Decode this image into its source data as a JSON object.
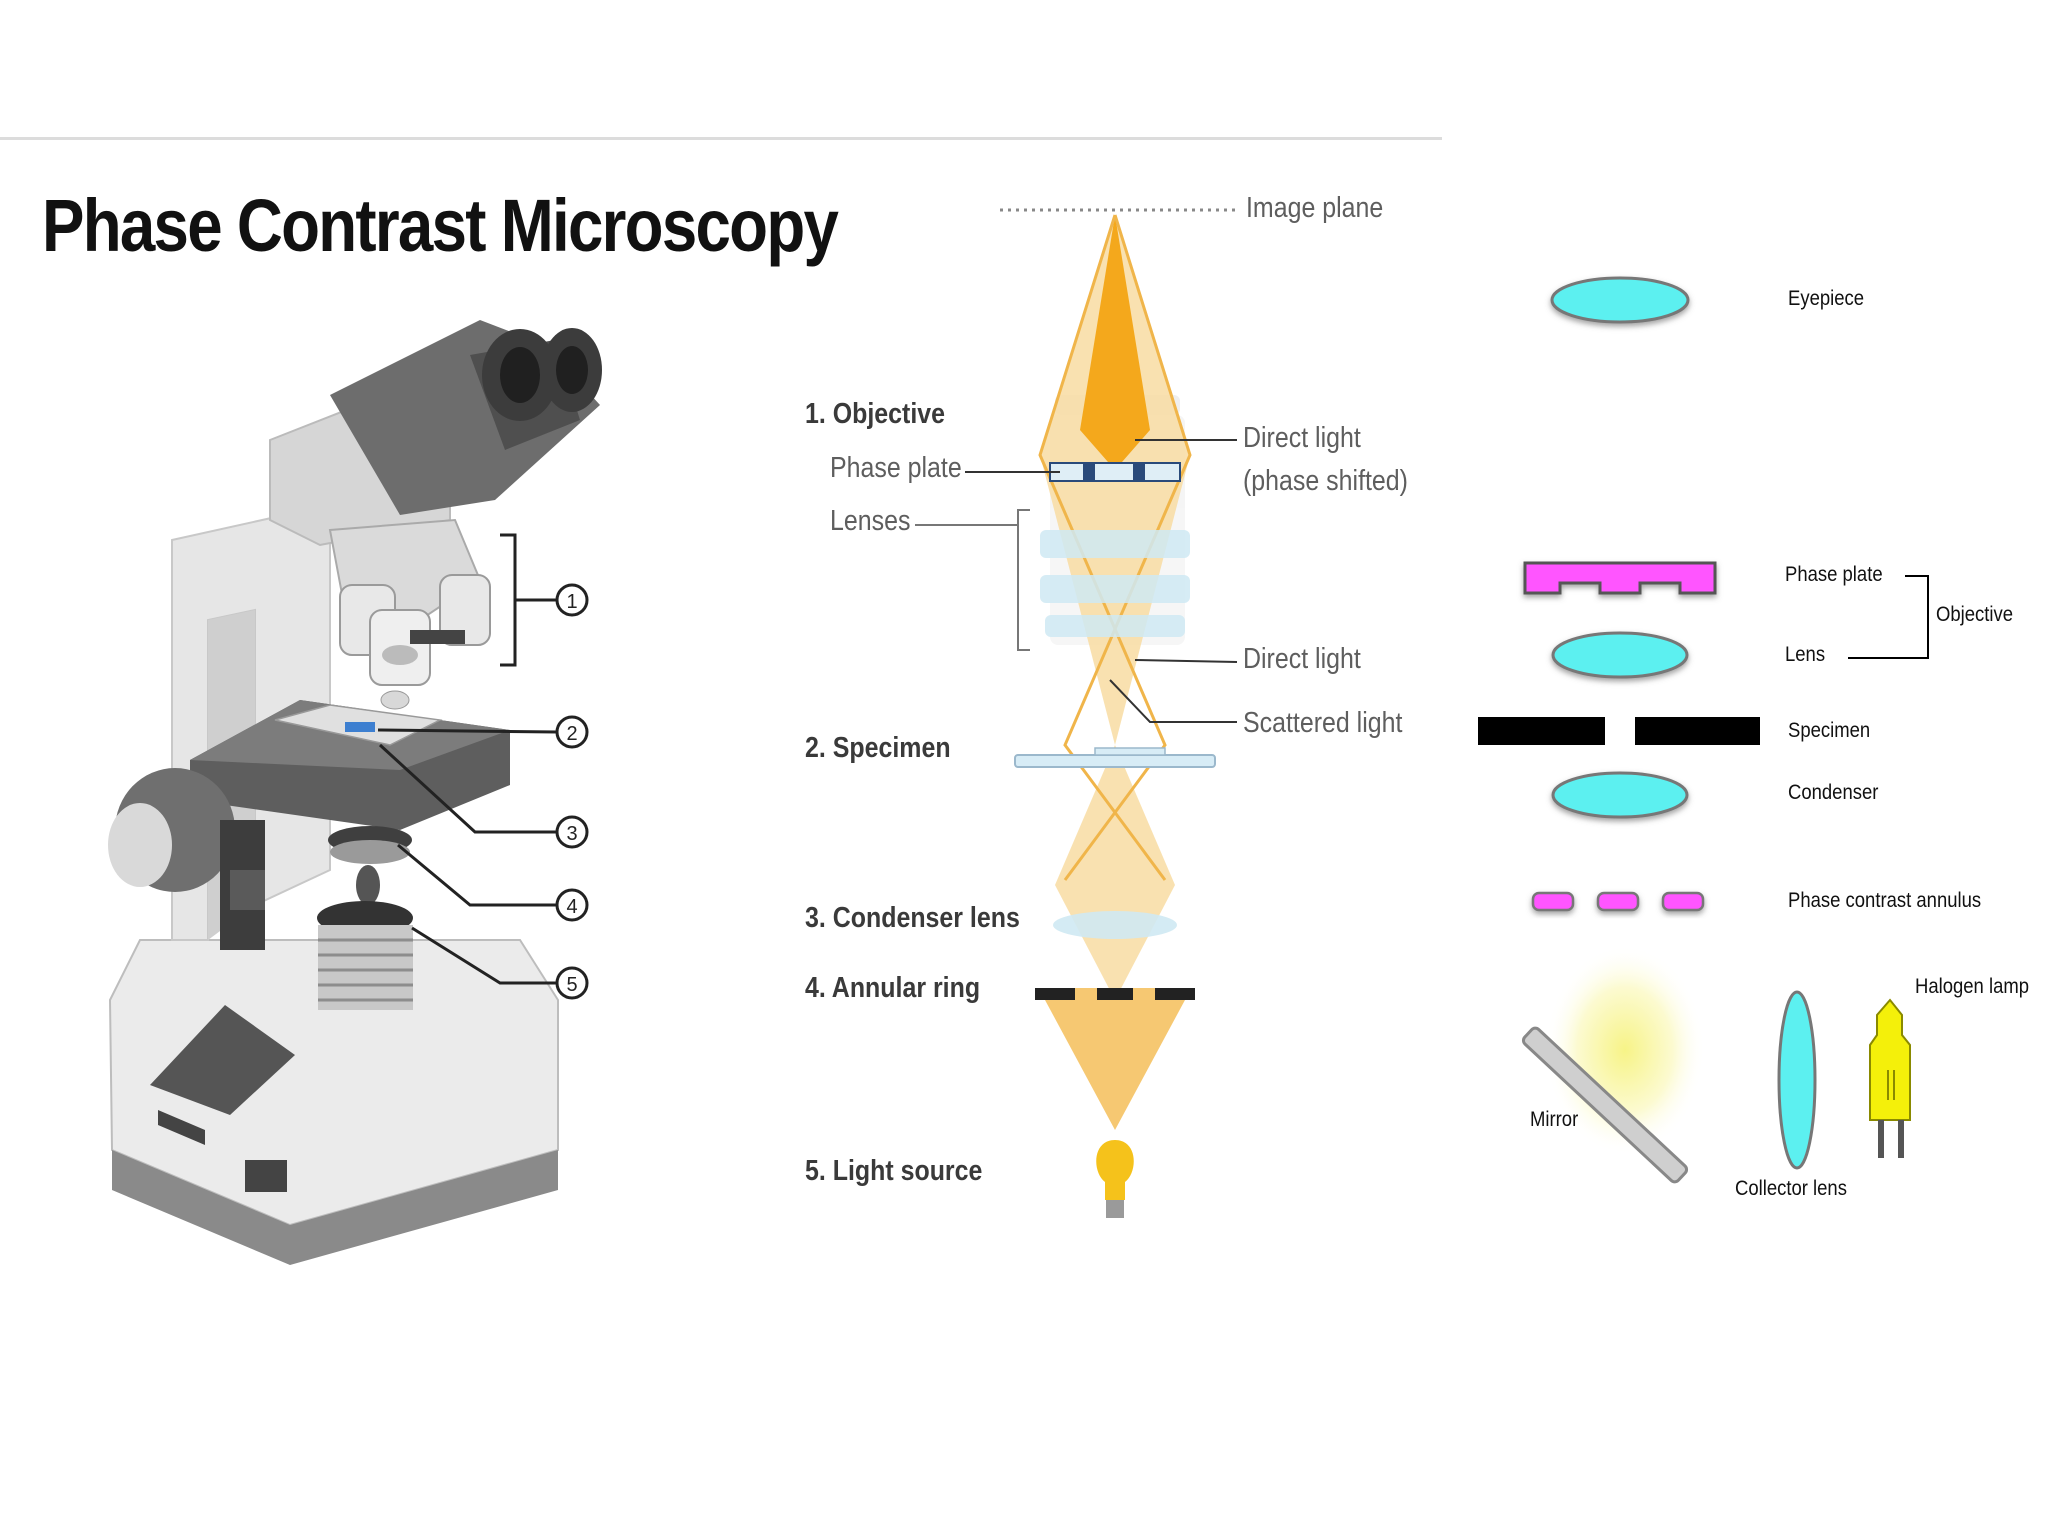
{
  "title": "Phase Contrast Microscopy",
  "microscope_callouts": [
    "1",
    "2",
    "3",
    "4",
    "5"
  ],
  "light_path": {
    "labels": {
      "image_plane": "Image plane",
      "objective": "1. Objective",
      "phase_plate": "Phase plate",
      "lenses": "Lenses",
      "direct_light_shifted_1": "Direct light",
      "direct_light_shifted_2": "(phase shifted)",
      "direct_light": "Direct light",
      "scattered_light": "Scattered light",
      "specimen": "2. Specimen",
      "condenser_lens": "3. Condenser lens",
      "annular_ring": "4. Annular ring",
      "light_source": "5. Light source"
    },
    "colors": {
      "light": "#f5c26b",
      "light_core": "#f4a81c",
      "lens": "#cfe9f3",
      "ring": "#222222"
    }
  },
  "schematic": {
    "labels": {
      "eyepiece": "Eyepiece",
      "phase_plate": "Phase plate",
      "objective": "Objective",
      "lens": "Lens",
      "specimen": "Specimen",
      "condenser": "Condenser",
      "annulus": "Phase contrast annulus",
      "halogen_lamp": "Halogen lamp",
      "mirror": "Mirror",
      "collector_lens": "Collector lens"
    },
    "colors": {
      "lens": "#5cf0f0",
      "plate": "#ff55ff",
      "specimen": "#000000",
      "lamp": "#f4f00a"
    }
  }
}
